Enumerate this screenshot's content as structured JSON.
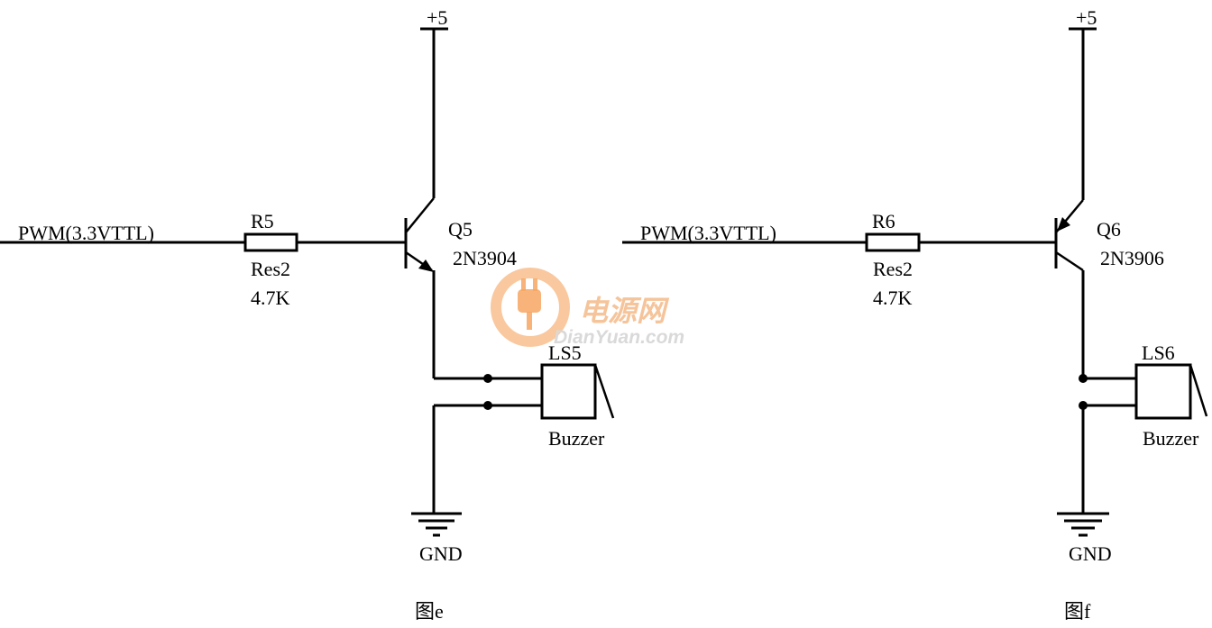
{
  "watermark": {
    "cn": "电源网",
    "en": "DianYuan.com",
    "color": "#f5a96a"
  },
  "circuit_e": {
    "caption": "图e",
    "input_label": "PWM(3.3VTTL)",
    "resistor": {
      "ref": "R5",
      "type": "Res2",
      "value": "4.7K"
    },
    "transistor": {
      "ref": "Q5",
      "part": "2N3904"
    },
    "supply": "+5",
    "buzzer": {
      "ref": "LS5",
      "name": "Buzzer"
    },
    "ground": "GND"
  },
  "circuit_f": {
    "caption": "图f",
    "input_label": "PWM(3.3VTTL)",
    "resistor": {
      "ref": "R6",
      "type": "Res2",
      "value": "4.7K"
    },
    "transistor": {
      "ref": "Q6",
      "part": "2N3906"
    },
    "supply": "+5",
    "buzzer": {
      "ref": "LS6",
      "name": "Buzzer"
    },
    "ground": "GND"
  }
}
